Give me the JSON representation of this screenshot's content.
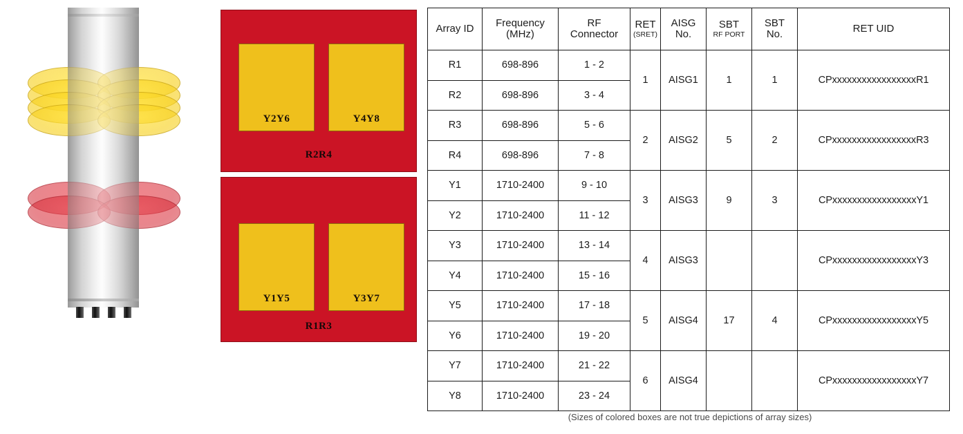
{
  "figure": {
    "name": "antenna-radiation-pattern-illustration",
    "mast_label": "antenna-mast",
    "yellow_lobe_count": 4,
    "red_lobe_count": 2,
    "pin_count": 4,
    "colors": {
      "yellow_lobe": "#F7D01A",
      "red_lobe": "#D62834",
      "mast": "#D8D8D8"
    }
  },
  "panels": [
    {
      "id": "panel-top",
      "label": "R2R4",
      "color": "#CB1425",
      "boxes": [
        {
          "label": "Y2Y6",
          "color": "#EFC01C"
        },
        {
          "label": "Y4Y8",
          "color": "#EFC01C"
        }
      ]
    },
    {
      "id": "panel-bottom",
      "label": "R1R3",
      "color": "#CB1425",
      "boxes": [
        {
          "label": "Y1Y5",
          "color": "#EFC01C"
        },
        {
          "label": "Y3Y7",
          "color": "#EFC01C"
        }
      ]
    }
  ],
  "table": {
    "headers": {
      "array_id": "Array ID",
      "frequency_line1": "Frequency",
      "frequency_line2": "(MHz)",
      "rf_line1": "RF",
      "rf_line2": "Connector",
      "ret_line1": "RET",
      "ret_line2": "(SRET)",
      "aisg_line1": "AISG",
      "aisg_line2": "No.",
      "sbt_port_line1": "SBT",
      "sbt_port_line2": "RF PORT",
      "sbt_no_line1": "SBT",
      "sbt_no_line2": "No.",
      "ret_uid": "RET UID"
    },
    "rows": [
      {
        "array_id": "R1",
        "swatch": "red",
        "frequency": "698-896",
        "rf_connector": "1 - 2"
      },
      {
        "array_id": "R2",
        "swatch": "red",
        "frequency": "698-896",
        "rf_connector": "3 - 4"
      },
      {
        "array_id": "R3",
        "swatch": "red",
        "frequency": "698-896",
        "rf_connector": "5 - 6"
      },
      {
        "array_id": "R4",
        "swatch": "red",
        "frequency": "698-896",
        "rf_connector": "7 - 8"
      },
      {
        "array_id": "Y1",
        "swatch": "yellow",
        "frequency": "1710-2400",
        "rf_connector": "9 - 10"
      },
      {
        "array_id": "Y2",
        "swatch": "yellow",
        "frequency": "1710-2400",
        "rf_connector": "11 - 12"
      },
      {
        "array_id": "Y3",
        "swatch": "yellow",
        "frequency": "1710-2400",
        "rf_connector": "13 - 14"
      },
      {
        "array_id": "Y4",
        "swatch": "yellow",
        "frequency": "1710-2400",
        "rf_connector": "15 - 16"
      },
      {
        "array_id": "Y5",
        "swatch": "yellow",
        "frequency": "1710-2400",
        "rf_connector": "17 - 18"
      },
      {
        "array_id": "Y6",
        "swatch": "yellow",
        "frequency": "1710-2400",
        "rf_connector": "19 - 20"
      },
      {
        "array_id": "Y7",
        "swatch": "yellow",
        "frequency": "1710-2400",
        "rf_connector": "21 - 22"
      },
      {
        "array_id": "Y8",
        "swatch": "yellow",
        "frequency": "1710-2400",
        "rf_connector": "23 - 24"
      }
    ],
    "groups": [
      {
        "ret": "1",
        "aisg": "AISG1",
        "sbt_rf_port": "1",
        "sbt_no": "1",
        "ret_uid": "CPxxxxxxxxxxxxxxxxxR1"
      },
      {
        "ret": "2",
        "aisg": "AISG2",
        "sbt_rf_port": "5",
        "sbt_no": "2",
        "ret_uid": "CPxxxxxxxxxxxxxxxxxR3"
      },
      {
        "ret": "3",
        "aisg": "AISG3",
        "sbt_rf_port": "9",
        "sbt_no": "3",
        "ret_uid": "CPxxxxxxxxxxxxxxxxxY1"
      },
      {
        "ret": "4",
        "aisg": "AISG3",
        "sbt_rf_port": "",
        "sbt_no": "",
        "ret_uid": "CPxxxxxxxxxxxxxxxxxY3"
      },
      {
        "ret": "5",
        "aisg": "AISG4",
        "sbt_rf_port": "17",
        "sbt_no": "4",
        "ret_uid": "CPxxxxxxxxxxxxxxxxxY5"
      },
      {
        "ret": "6",
        "aisg": "AISG4",
        "sbt_rf_port": "",
        "sbt_no": "",
        "ret_uid": "CPxxxxxxxxxxxxxxxxxY7"
      }
    ]
  },
  "footnote": "(Sizes of colored boxes are not true depictions of array sizes)"
}
